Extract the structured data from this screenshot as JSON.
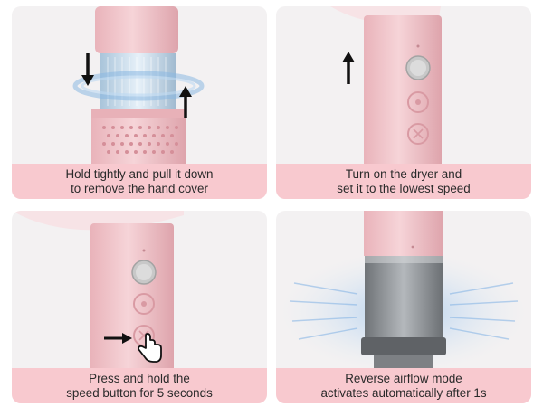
{
  "panels": [
    {
      "id": "step-remove-cover",
      "caption": [
        "Hold tightly and pull it down",
        "to remove the hand cover"
      ]
    },
    {
      "id": "step-turn-on",
      "caption": [
        "Turn on the dryer and",
        "set it to the lowest speed"
      ]
    },
    {
      "id": "step-hold-speed",
      "caption": [
        "Press and hold the",
        "speed button for 5 seconds"
      ]
    },
    {
      "id": "step-reverse-airflow",
      "caption": [
        "Reverse airflow mode",
        "activates automatically after 1s"
      ]
    }
  ],
  "colors": {
    "panel_bg": "#f3f1f2",
    "caption_bg": "#f8c9cf",
    "dryer_pink": "#f2c8cd",
    "dryer_shadow": "#dfa9b0",
    "filter_blue": "#b9d7ef",
    "airflow_blue": "#9fc6ee",
    "canister_grey": "#8a8d91"
  },
  "icons": [
    "arrow-down-icon",
    "arrow-up-icon",
    "arrow-right-icon",
    "rotate-arrows-icon",
    "pointing-hand-icon",
    "power-button-icon",
    "heat-button-icon",
    "speed-button-icon"
  ]
}
